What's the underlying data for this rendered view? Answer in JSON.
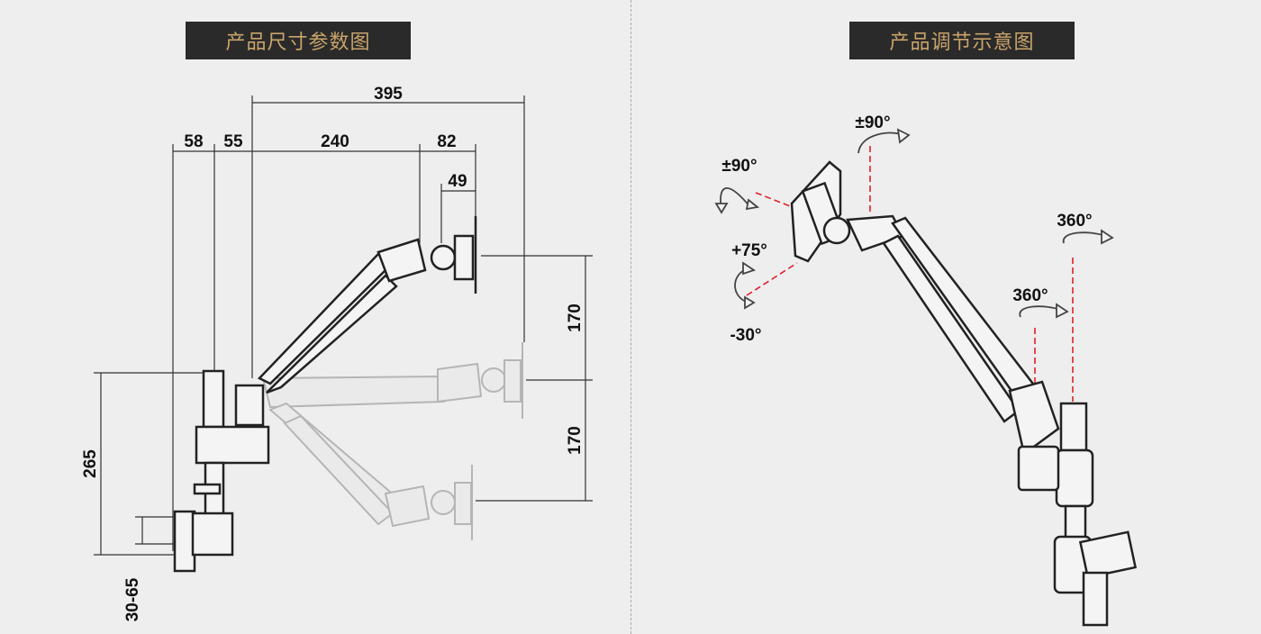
{
  "left_panel": {
    "title": "产品尺寸参数图",
    "dimensions": {
      "total_reach": "395",
      "clamp_offset": "58",
      "pole_offset": "55",
      "arm_length": "240",
      "head_length": "82",
      "plate_depth": "49",
      "up_travel": "170",
      "down_travel": "170",
      "height": "265",
      "clamp_range": "30-65"
    }
  },
  "right_panel": {
    "title": "产品调节示意图",
    "angles": {
      "tilt_pos": "±90°",
      "swivel_top": "±90°",
      "pole_rotation": "360°",
      "arm_rotation": "360°",
      "tilt_up": "+75°",
      "tilt_down": "-30°"
    }
  }
}
